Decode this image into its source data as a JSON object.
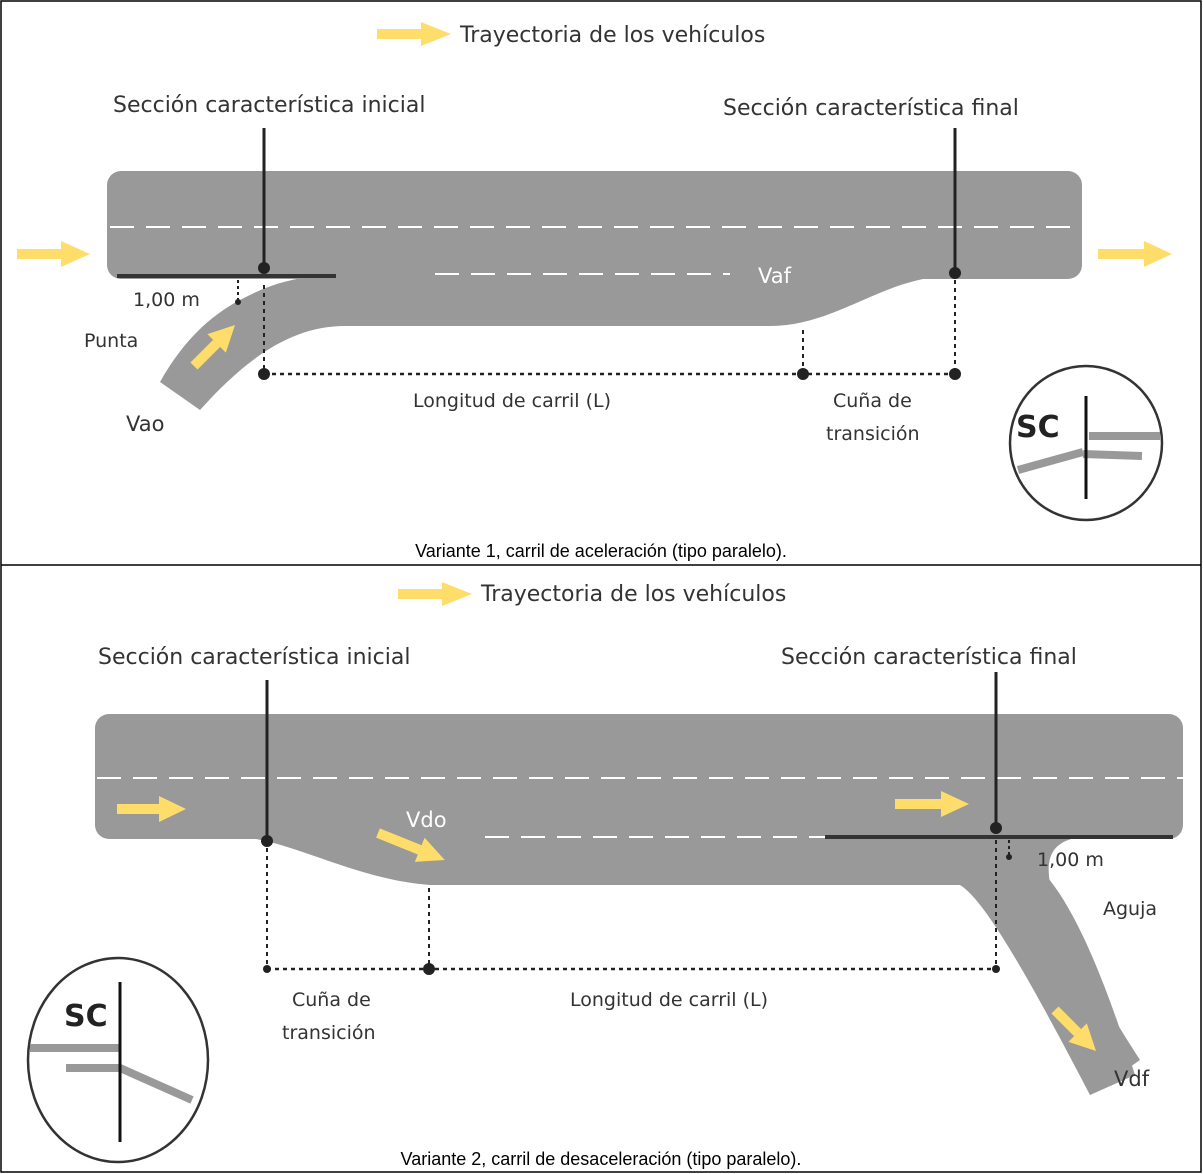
{
  "legend": {
    "text": "Trayectoria de los vehículos"
  },
  "colors": {
    "road": "#999999",
    "arrow": "#ffdd6b",
    "line": "#000000",
    "text": "#333333",
    "lane_marking": "#ffffff"
  },
  "panel1": {
    "label_initial": "Sección característica inicial",
    "label_final": "Sección característica final",
    "label_offset": "1,00 m",
    "label_tip": "Punta",
    "label_speed_entry": "Vao",
    "label_speed_main": "Vaf",
    "label_length": "Longitud de carril (L)",
    "label_wedge_line1": "Cuña de",
    "label_wedge_line2": "transición",
    "inset_label": "SC",
    "caption": "Variante 1, carril de aceleración (tipo paralelo)."
  },
  "panel2": {
    "label_initial": "Sección característica inicial",
    "label_final": "Sección característica final",
    "label_offset": "1,00 m",
    "label_tip": "Aguja",
    "label_speed_main": "Vdo",
    "label_speed_exit": "Vdf",
    "label_length": "Longitud de carril (L)",
    "label_wedge_line1": "Cuña de",
    "label_wedge_line2": "transición",
    "inset_label": "SC",
    "caption": "Variante 2, carril de desaceleración (tipo paralelo)."
  }
}
